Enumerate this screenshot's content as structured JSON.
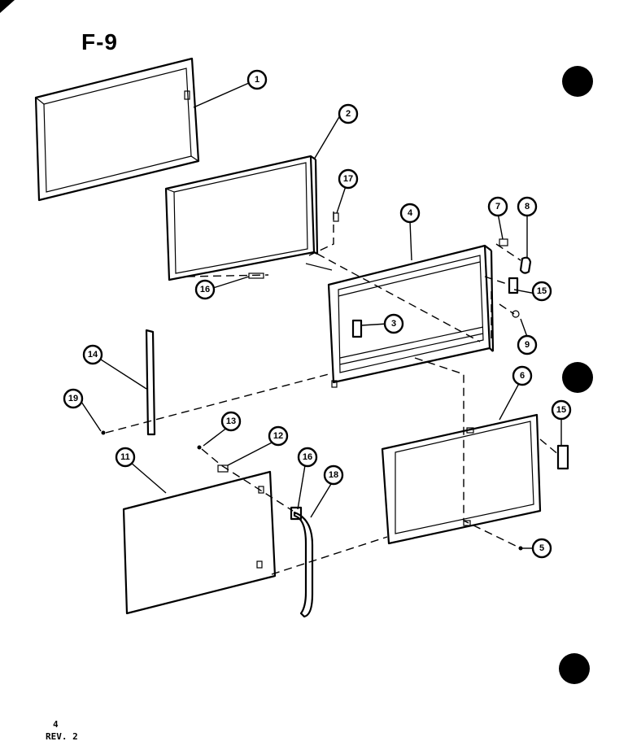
{
  "figure_label": "F-9",
  "page_number": "4",
  "revision": "REV. 2",
  "callouts": [
    "1",
    "2",
    "17",
    "4",
    "7",
    "8",
    "16",
    "15",
    "3",
    "9",
    "14",
    "6",
    "19",
    "13",
    "12",
    "15",
    "11",
    "16",
    "18",
    "5"
  ],
  "colors": {
    "ink": "#000000",
    "paper": "#ffffff"
  }
}
